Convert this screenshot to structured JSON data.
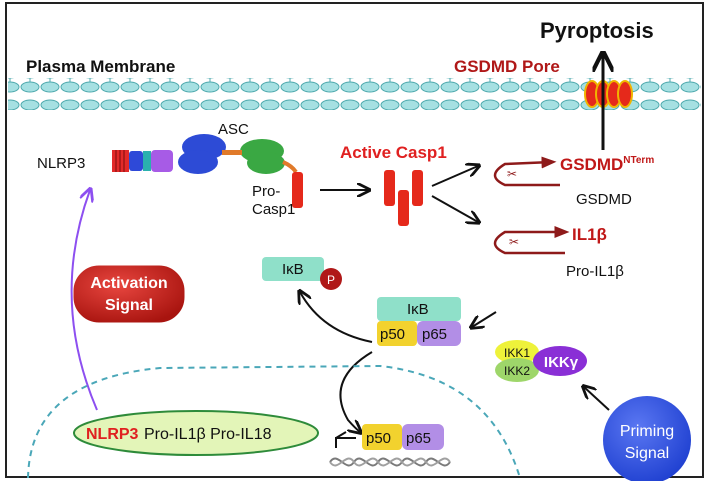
{
  "labels": {
    "pyroptosis": "Pyroptosis",
    "plasma_membrane": "Plasma Membrane",
    "gsdmd_pore": "GSDMD Pore",
    "asc": "ASC",
    "nlrp3": "NLRP3",
    "pro_casp1_line1": "Pro-",
    "pro_casp1_line2": "Casp1",
    "active_casp1": "Active Casp1",
    "gsdmd_nterm_main": "GSDMD",
    "gsdmd_nterm_sup": "NTerm",
    "gsdmd": "GSDMD",
    "il1b_cleaved": "IL1β",
    "pro_il1b": "Pro-IL1β",
    "activation_line1": "Activation",
    "activation_line2": "Signal",
    "ikb_free": "IκB",
    "phospho": "P",
    "ikb_complex": "IκB",
    "p50_cyto": "p50",
    "p65_cyto": "p65",
    "ikk1": "IKK1",
    "ikk2": "IKK2",
    "ikkg": "IKKγ",
    "nuc_nlrp3": "NLRP3",
    "nuc_genes": "Pro-IL1β Pro-IL18",
    "p50_nuc": "p50",
    "p65_nuc": "p65",
    "priming_line1": "Priming",
    "priming_line2": "Signal"
  },
  "colors": {
    "membrane": "#8fd3d6",
    "membrane_dark": "#3e9ea5",
    "red_text": "#e02020",
    "dark_red": "#b01818",
    "casp_red": "#e5291b",
    "asc_blue": "#2d4bd6",
    "asc_green": "#3aa843",
    "activation_bg": "#c8201e",
    "priming_bg": "#2e4fe3",
    "ikb_teal": "#8fe0c9",
    "p50_yellow": "#f2d22e",
    "p65_purple": "#b28ee6",
    "ikk_yellow": "#eef23a",
    "ikk_green": "#9ed66a",
    "ikkg_purple": "#8a2fd6",
    "nucleus_line": "#4aa7b8",
    "nuc_oval": "#e3f5b8",
    "arrow_purple": "#8d4ff0"
  }
}
